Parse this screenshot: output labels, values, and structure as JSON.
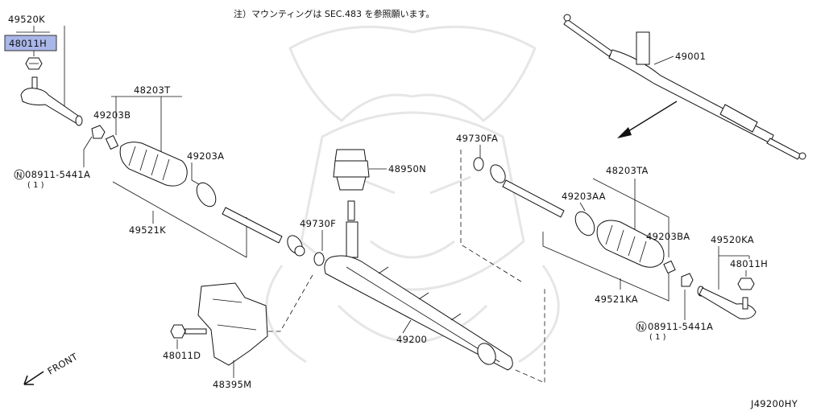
{
  "diagram": {
    "note": "注）マウンティングは SEC.483 を参照願います。",
    "diagram_code": "J49200HY",
    "front_label": "FRONT",
    "parts": {
      "tie_rod_end_left": "49520K",
      "nut_left_highlighted": "48011H",
      "boot_kit_left": "48203T",
      "clip_left": "49203B",
      "band_left": "49203A",
      "nut_left": "08911-5441A",
      "nut_left_qty": "( 1 )",
      "socket_kit_left": "49521K",
      "o_ring_center": "49730F",
      "pinion_seal": "48950N",
      "gear_assembly": "49200",
      "bracket": "48395M",
      "bolt": "48011D",
      "o_ring_right": "49730FA",
      "steering_gear_complete": "49001",
      "boot_kit_right": "48203TA",
      "band_right": "49203AA",
      "clip_right": "49203BA",
      "tie_rod_end_right": "49520KA",
      "nut_right_tie_rod": "48011H",
      "socket_kit_right": "49521KA",
      "nut_right": "08911-5441A",
      "nut_right_qty": "( 1 )"
    }
  }
}
